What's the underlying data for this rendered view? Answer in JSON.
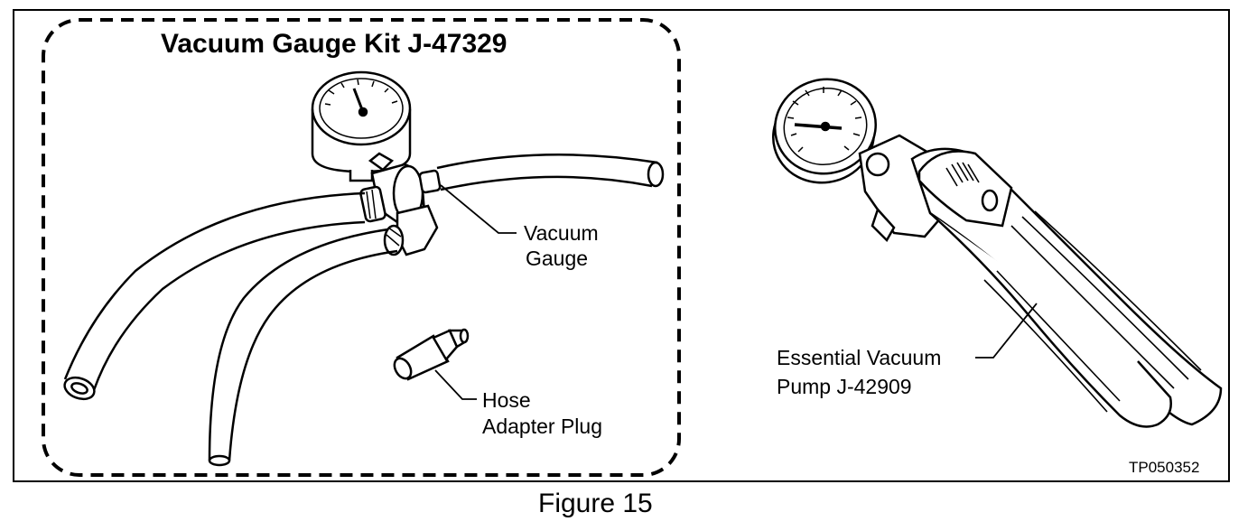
{
  "kit": {
    "title": "Vacuum Gauge Kit J-47329",
    "labels": {
      "gauge_line1": "Vacuum",
      "gauge_line2": "Gauge",
      "plug_line1": "Hose",
      "plug_line2": "Adapter Plug"
    }
  },
  "pump": {
    "label_line1": "Essential Vacuum",
    "label_line2": "Pump J-42909"
  },
  "figure_code": "TP050352",
  "caption": "Figure 15"
}
